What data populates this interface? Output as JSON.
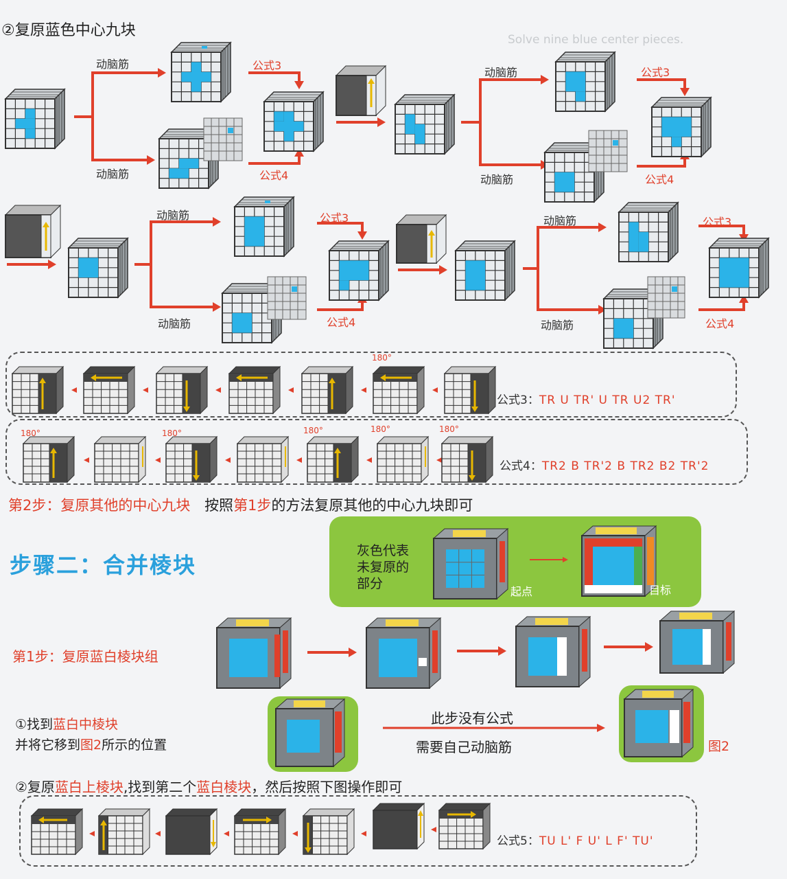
{
  "header": {
    "title": "②复原蓝色中心九块",
    "bg_text": "Solve nine blue center pieces."
  },
  "labels": {
    "think": "动脑筋",
    "formula3": "公式3",
    "formula4": "公式4",
    "deg180": "180°"
  },
  "formulas": {
    "f3_prefix": "公式3：",
    "f3_moves": "TR  U  TR' U TR U2  TR'",
    "f4_prefix": "公式4：",
    "f4_moves": "TR2  B  TR'2  B  TR2  B2  TR'2",
    "f5_prefix": "公式5：",
    "f5_moves": "TU L' F U' L F' TU'"
  },
  "step2": {
    "part1": "第2步：复原其他的中心九块",
    "part2a": "按照",
    "part2b": "第1步",
    "part2c": "的方法复原其他的中心九块即可"
  },
  "section2": {
    "title": "步骤二：合并棱块",
    "gray_note_l1": "灰色代表",
    "gray_note_l2": "未复原的",
    "gray_note_l3": "部分",
    "start": "起点",
    "goal": "目标"
  },
  "substep1": {
    "title": "第1步：复原蓝白棱块组",
    "find_a": "①找到",
    "find_b": "蓝白中棱块",
    "move_a": "并将它移到",
    "move_b": "图2",
    "move_c": "所示的位置",
    "no_formula": "此步没有公式",
    "think_self": "需要自己动脑筋",
    "fig2": "图2"
  },
  "substep2": {
    "a": "②复原",
    "b": "蓝白上棱块",
    "c": ",找到第二个",
    "d": "蓝白棱块",
    "e": "，然后按照下图操作即可"
  },
  "colors": {
    "accent_red": "#e0402b",
    "blue": "#2bb3e8",
    "green_bg": "#8cc63f",
    "title_blue": "#2aa0dc"
  }
}
